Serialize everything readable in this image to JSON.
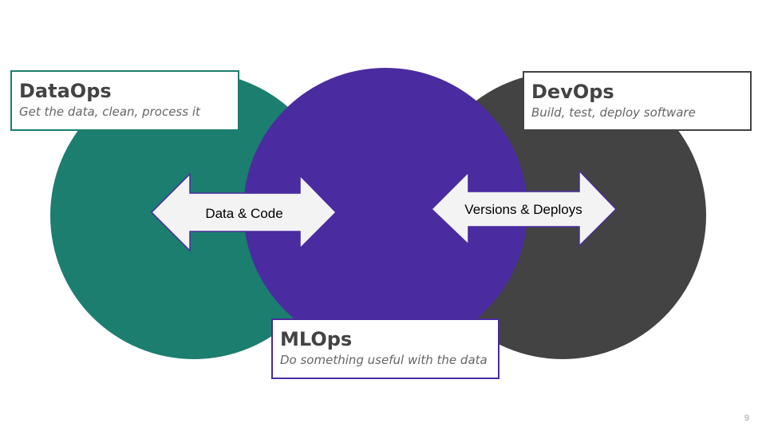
{
  "colors": {
    "dataops": "#1c7e6f",
    "mlops": "#4b2ba0",
    "devops": "#434343",
    "arrow_fill": "#f3f3f3"
  },
  "boxes": {
    "dataops": {
      "title": "DataOps",
      "subtitle": "Get the data, clean, process it"
    },
    "mlops": {
      "title": "MLOps",
      "subtitle": "Do something useful with the data"
    },
    "devops": {
      "title": "DevOps",
      "subtitle": "Build, test, deploy software"
    }
  },
  "arrows": {
    "left_label": "Data & Code",
    "right_label": "Versions & Deploys"
  },
  "page_number": "9"
}
